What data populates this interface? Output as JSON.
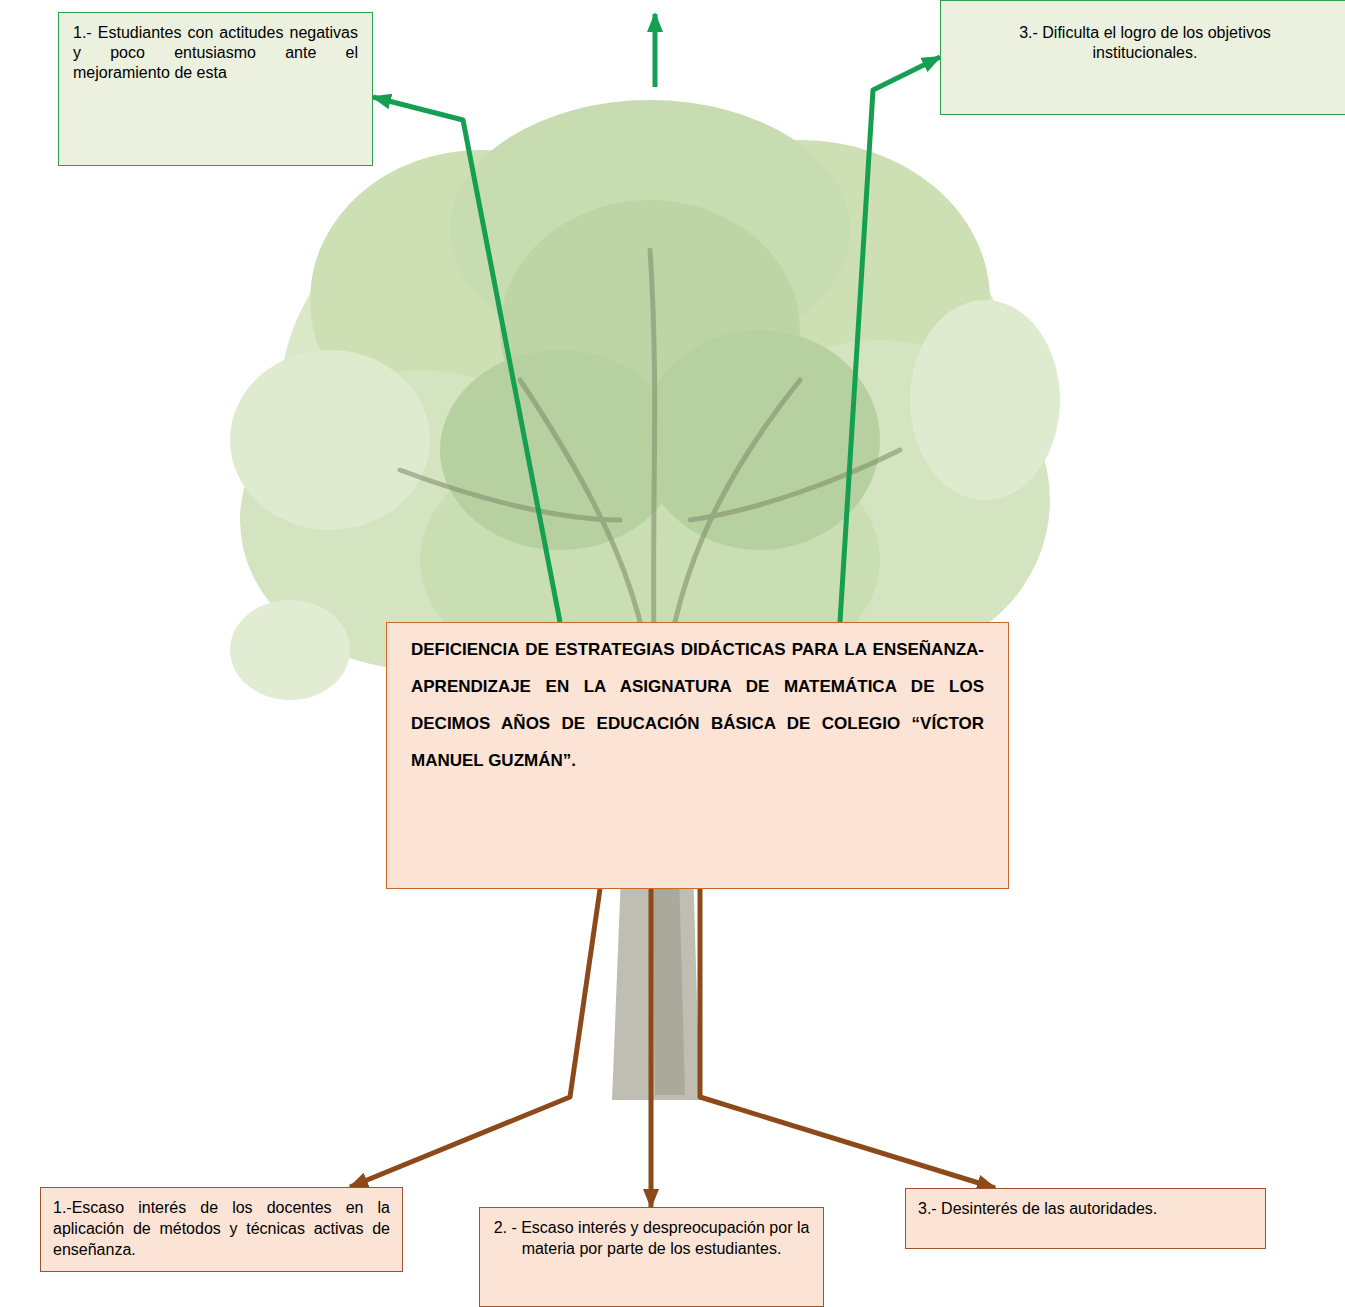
{
  "diagram": {
    "nodes": [
      {
        "text": [
          "1.- Estudiantes con actitudes negativas y poco entusiasmo ante el mejoramiento de esta"
        ]
      },
      {
        "text": [
          "3.- Dificulta el logro de los objetivos institucionales."
        ]
      },
      {
        "text": [
          "DEFICIENCIA DE ESTRATEGIAS DIDÁCTICAS PARA LA ENSEÑANZA- APRENDIZAJE EN LA ASIGNATURA DE MATEMÁTICA DE LOS DECIMOS AÑOS DE EDUCACIÓN BÁSICA DE COLEGIO “VÍCTOR MANUEL GUZMÁN”."
        ]
      },
      {
        "text": [
          "1.-Escaso interés de los docentes en la aplicación de métodos y técnicas activas de enseñanza."
        ]
      },
      {
        "text": [
          "2. - Escaso interés y despreocupación por la materia por parte de los estudiantes."
        ]
      },
      {
        "text": [
          "3.- Desinterés de las autoridades."
        ]
      }
    ],
    "edges": [
      {
        "from": 2,
        "to": 0,
        "arrow": "to"
      },
      {
        "from": 2,
        "to": 1,
        "arrow": "to"
      },
      {
        "from": 2,
        "to": 3,
        "arrow": "to"
      },
      {
        "from": 2,
        "to": 4,
        "arrow": "to"
      },
      {
        "from": 2,
        "to": 5,
        "arrow": "to"
      }
    ]
  }
}
